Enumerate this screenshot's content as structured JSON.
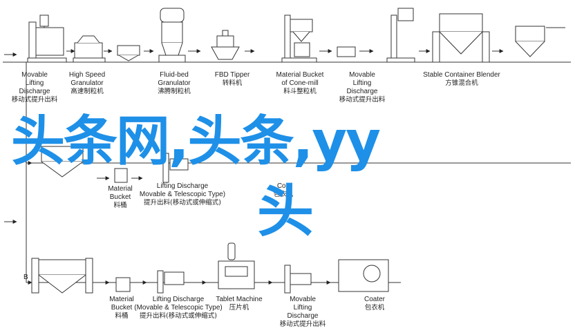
{
  "rows": {
    "top": [
      {
        "en": [
          "Movable",
          "Lifting",
          "Discharge"
        ],
        "zh": "移动式提升出料"
      },
      {
        "en": [
          "High Speed",
          "Granulator"
        ],
        "zh": "高速制粒机"
      },
      {
        "en": [
          "Fluid-bed",
          "Granulator"
        ],
        "zh": "沸腾制粒机"
      },
      {
        "en": [
          "FBD Tipper"
        ],
        "zh": "转料机"
      },
      {
        "en": [
          "Material Bucket",
          "of Cone-mill"
        ],
        "zh": "料斗整粒机"
      },
      {
        "en": [
          "Movable",
          "Lifting",
          "Discharge"
        ],
        "zh": "移动式提升出料"
      },
      {
        "en": [
          "Stable Container Blender"
        ],
        "zh": "方锥混合机"
      }
    ],
    "middle": [
      {
        "en": [
          "Material",
          "Bucket"
        ],
        "zh": "料桶"
      },
      {
        "en": [
          "Lifting Discharge",
          "Movable & Telescopic Type)"
        ],
        "zh": "提升出料(移动式或伸缩式)"
      },
      {
        "en": [
          "Coa"
        ],
        "zh": "包衣机"
      }
    ],
    "bottom": [
      {
        "en": [
          "Material",
          "Bucket"
        ],
        "zh": "料桶"
      },
      {
        "en": [
          "Lifting Discharge",
          "(Movable & Telescopic Type)"
        ],
        "zh": "提升出料(移动式或伸缩式)"
      },
      {
        "en": [
          "Tablet Machine"
        ],
        "zh": "压片机"
      },
      {
        "en": [
          "Movable",
          "Lifting",
          "Discharge"
        ],
        "zh": "移动式提升出料"
      },
      {
        "en": [
          "Coater"
        ],
        "zh": "包衣机"
      }
    ]
  },
  "row_tags": {
    "a": "A",
    "b": "B"
  },
  "watermark": {
    "line1": "头条网,头条,yy",
    "line2": "头"
  }
}
